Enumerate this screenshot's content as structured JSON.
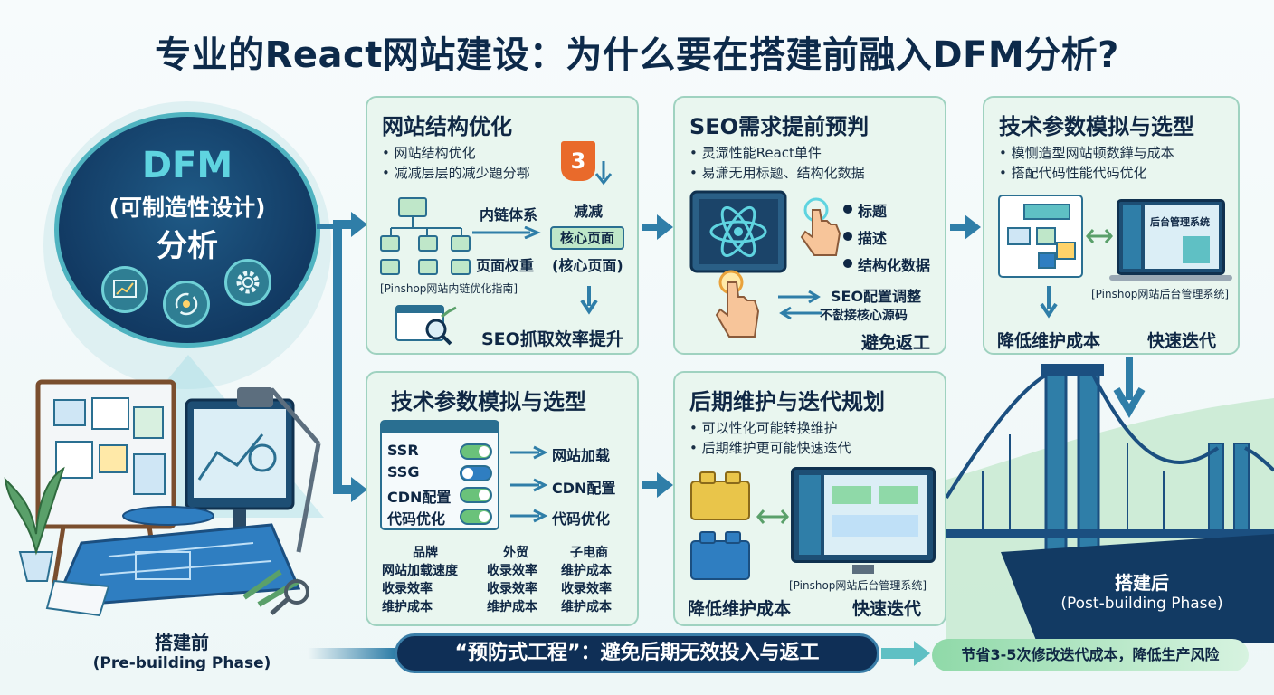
{
  "title": "专业的React网站建设：为什么要在搭建前融入DFM分析?",
  "dfm": {
    "line1": "DFM",
    "line2": "(可制造性设计)",
    "line3": "分析",
    "icons": [
      "chart-icon",
      "cycle-icon",
      "gear-icon"
    ]
  },
  "card1": {
    "title": "网站结构优化",
    "bullets": [
      "• 网站结构优化",
      "• 减减层层的减少題分鄠"
    ],
    "label_a": "内链体系",
    "label_b": "减减",
    "label_c": "核心页面",
    "label_d": "页面权重",
    "label_e": "(核心页面)",
    "caption": "[Pinshop网站内链优化指南]",
    "result": "SEO抓取效率提升",
    "badge": "3"
  },
  "card2": {
    "title": "SEO需求提前预判",
    "bullets": [
      "• 灵潀性能React单件",
      "• 易潇无用标题、结构化数据"
    ],
    "tags": [
      "标题",
      "描述",
      "结构化数据"
    ],
    "note1": "SEO配置调整",
    "note2": "不촶接核心源码",
    "result": "避免返工"
  },
  "card3": {
    "title": "技术参数模拟与选型",
    "bullets": [
      "• 模恻造型网站顿数鏵与成本",
      "• 搭配代码性能代码优化"
    ],
    "screen_label": "后台管理系统",
    "caption": "[Pinshop网站后台管理系统]",
    "result1": "降低维护成本",
    "result2": "快速迭代"
  },
  "card4": {
    "title": "技术参数模拟与选型",
    "options": [
      "SSR",
      "SSG",
      "CDN配置",
      "代码优化"
    ],
    "targets": [
      "网站加载",
      "CDN配置",
      "代码优化"
    ],
    "columns": [
      {
        "head": "品牌",
        "rows": [
          "网站加载速度",
          "收录效率",
          "维护成本"
        ]
      },
      {
        "head": "外贸",
        "rows": [
          "收录效率",
          "收录效率",
          "维护成本"
        ]
      },
      {
        "head": "子电商",
        "rows": [
          "维护成本",
          "收录效率",
          "维护成本"
        ]
      }
    ]
  },
  "card5": {
    "title": "后期维护与迭代规划",
    "bullets": [
      "• 可以性化可能转换维护",
      "• 后期维护更可能快速迭代"
    ],
    "caption": "[Pinshop网站后台管理系统]",
    "result1": "降低维护成本",
    "result2": "快速迭代"
  },
  "phase_before": {
    "title": "搭建前",
    "subtitle": "(Pre-building Phase)"
  },
  "phase_after": {
    "title": "搭建后",
    "subtitle": "(Post-building Phase)"
  },
  "banner": "“预防式工程”：避免后期无效投入与返工",
  "outcome": "节省3-5次修改迭代成本，降低生产风险",
  "colors": {
    "navy": "#0f2f56",
    "teal": "#4fb3c0",
    "card_bg": "#e9f6ef",
    "arrow": "#2f7ea8",
    "accent_green": "#6ac27a",
    "css3_orange": "#e96a2b"
  }
}
